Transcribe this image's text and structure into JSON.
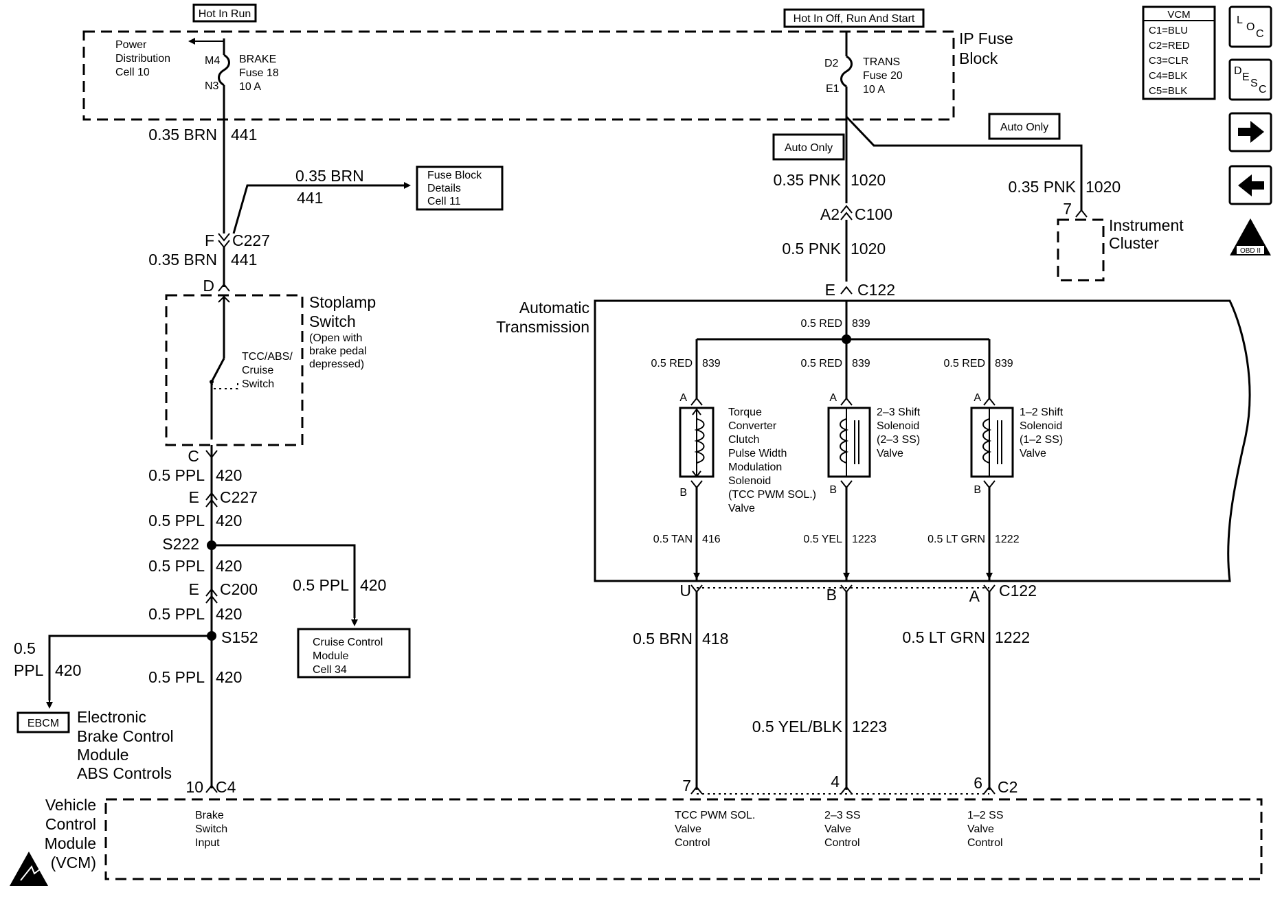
{
  "header": {
    "hot_in_run": "Hot In Run",
    "hot_in_off_run_start": "Hot In Off, Run And Start"
  },
  "vcm_legend": {
    "title": "VCM",
    "rows": [
      "C1=BLU",
      "C2=RED",
      "C3=CLR",
      "C4=BLK",
      "C5=BLK"
    ]
  },
  "nav": {
    "loc": [
      "L",
      "O",
      "C"
    ],
    "desc": [
      "D",
      "E",
      "S",
      "C"
    ],
    "obd_label": "OBD II"
  },
  "ip_fuse_block": {
    "line1": "IP Fuse",
    "line2": "Block"
  },
  "power_dist": {
    "line1": "Power",
    "line2": "Distribution",
    "line3": "Cell 10"
  },
  "brake_fuse": {
    "pin_top": "M4",
    "pin_bottom": "N3",
    "line1": "BRAKE",
    "line2": "Fuse 18",
    "line3": "10 A"
  },
  "trans_fuse": {
    "pin_top": "D2",
    "pin_bottom": "E1",
    "line1": "TRANS",
    "line2": "Fuse 20",
    "line3": "10 A"
  },
  "auto_only": [
    "Auto Only",
    "Auto Only"
  ],
  "left_circuit": {
    "w1": {
      "size": "0.35 BRN",
      "num": "441"
    },
    "w_branch": {
      "size": "0.35 BRN",
      "num": "441"
    },
    "fuse_details": {
      "line1": "Fuse Block",
      "line2": "Details",
      "line3": "Cell 11"
    },
    "c227_top": {
      "pin": "F",
      "conn": "C227"
    },
    "w2": {
      "size": "0.35 BRN",
      "num": "441"
    },
    "stoplamp_pin_top": "D",
    "stoplamp": {
      "line1": "Stoplamp",
      "line2": "Switch",
      "line3": "(Open with",
      "line4": "brake pedal",
      "line5": "depressed)"
    },
    "tcc_switch": {
      "line1": "TCC/ABS/",
      "line2": "Cruise",
      "line3": "Switch"
    },
    "stoplamp_pin_bottom": "C",
    "w3": {
      "size": "0.5 PPL",
      "num": "420"
    },
    "c227_bottom": {
      "pin": "E",
      "conn": "C227"
    },
    "w4": {
      "size": "0.5 PPL",
      "num": "420"
    },
    "s222": "S222",
    "w5": {
      "size": "0.5 PPL",
      "num": "420"
    },
    "c200": {
      "pin": "E",
      "conn": "C200"
    },
    "w_cruise": {
      "size": "0.5 PPL",
      "num": "420"
    },
    "w6": {
      "size": "0.5 PPL",
      "num": "420"
    },
    "s152": "S152",
    "w_ebcm": {
      "size1": "0.5",
      "size2": "PPL",
      "num": "420"
    },
    "cruise_module": {
      "line1": "Cruise Control",
      "line2": "Module",
      "line3": "Cell 34"
    },
    "w7": {
      "size": "0.5 PPL",
      "num": "420"
    },
    "ebcm_label": "EBCM",
    "ebcm": {
      "line1": "Electronic",
      "line2": "Brake Control",
      "line3": "Module",
      "line4": "ABS Controls"
    },
    "c4": {
      "pin": "10",
      "conn": "C4"
    }
  },
  "right_circuit": {
    "w_trans1": {
      "size": "0.35 PNK",
      "num": "1020"
    },
    "c100": {
      "pin": "A2",
      "conn": "C100"
    },
    "w_trans2": {
      "size": "0.5 PNK",
      "num": "1020"
    },
    "c122_top": {
      "pin": "E",
      "conn": "C122"
    },
    "w_ic": {
      "size": "0.35 PNK",
      "num": "1020"
    },
    "ic_pin": "7",
    "instrument_cluster": {
      "line1": "Instrument",
      "line2": "Cluster"
    },
    "auto_trans": {
      "line1": "Automatic",
      "line2": "Transmission"
    },
    "w_red_main": {
      "size": "0.5 RED",
      "num": "839"
    },
    "w_red": [
      {
        "size": "0.5 RED",
        "num": "839"
      },
      {
        "size": "0.5 RED",
        "num": "839"
      },
      {
        "size": "0.5 RED",
        "num": "839"
      }
    ],
    "solenoid_pins": {
      "a": [
        "A",
        "A",
        "A"
      ],
      "b": [
        "B",
        "B",
        "B"
      ]
    },
    "tcc_solenoid": [
      "Torque",
      "Converter",
      "Clutch",
      "Pulse Width",
      "Modulation",
      "Solenoid",
      "(TCC PWM SOL.)",
      "Valve"
    ],
    "ss23": [
      "2–3 Shift",
      "Solenoid",
      "(2–3 SS)",
      "Valve"
    ],
    "ss12": [
      "1–2 Shift",
      "Solenoid",
      "(1–2 SS)",
      "Valve"
    ],
    "w_inner": [
      {
        "size": "0.5 TAN",
        "num": "416"
      },
      {
        "size": "0.5 YEL",
        "num": "1223"
      },
      {
        "size": "0.5 LT GRN",
        "num": "1222"
      }
    ],
    "c122_bottom": {
      "pins": [
        "U",
        "B",
        "A"
      ],
      "conn": "C122"
    },
    "w_out": [
      {
        "size": "0.5 BRN",
        "num": "418"
      },
      {
        "size": "0.5 YEL/BLK",
        "num": "1223"
      },
      {
        "size": "0.5 LT GRN",
        "num": "1222"
      }
    ],
    "c2": {
      "pins": [
        "7",
        "4",
        "6"
      ],
      "conn": "C2"
    }
  },
  "vcm": {
    "title": [
      "Vehicle",
      "Control",
      "Module",
      "(VCM)"
    ],
    "brake_input": [
      "Brake",
      "Switch",
      "Input"
    ],
    "tcc_control": [
      "TCC PWM SOL.",
      "Valve",
      "Control"
    ],
    "ss23_control": [
      "2–3 SS",
      "Valve",
      "Control"
    ],
    "ss12_control": [
      "1–2 SS",
      "Valve",
      "Control"
    ]
  }
}
